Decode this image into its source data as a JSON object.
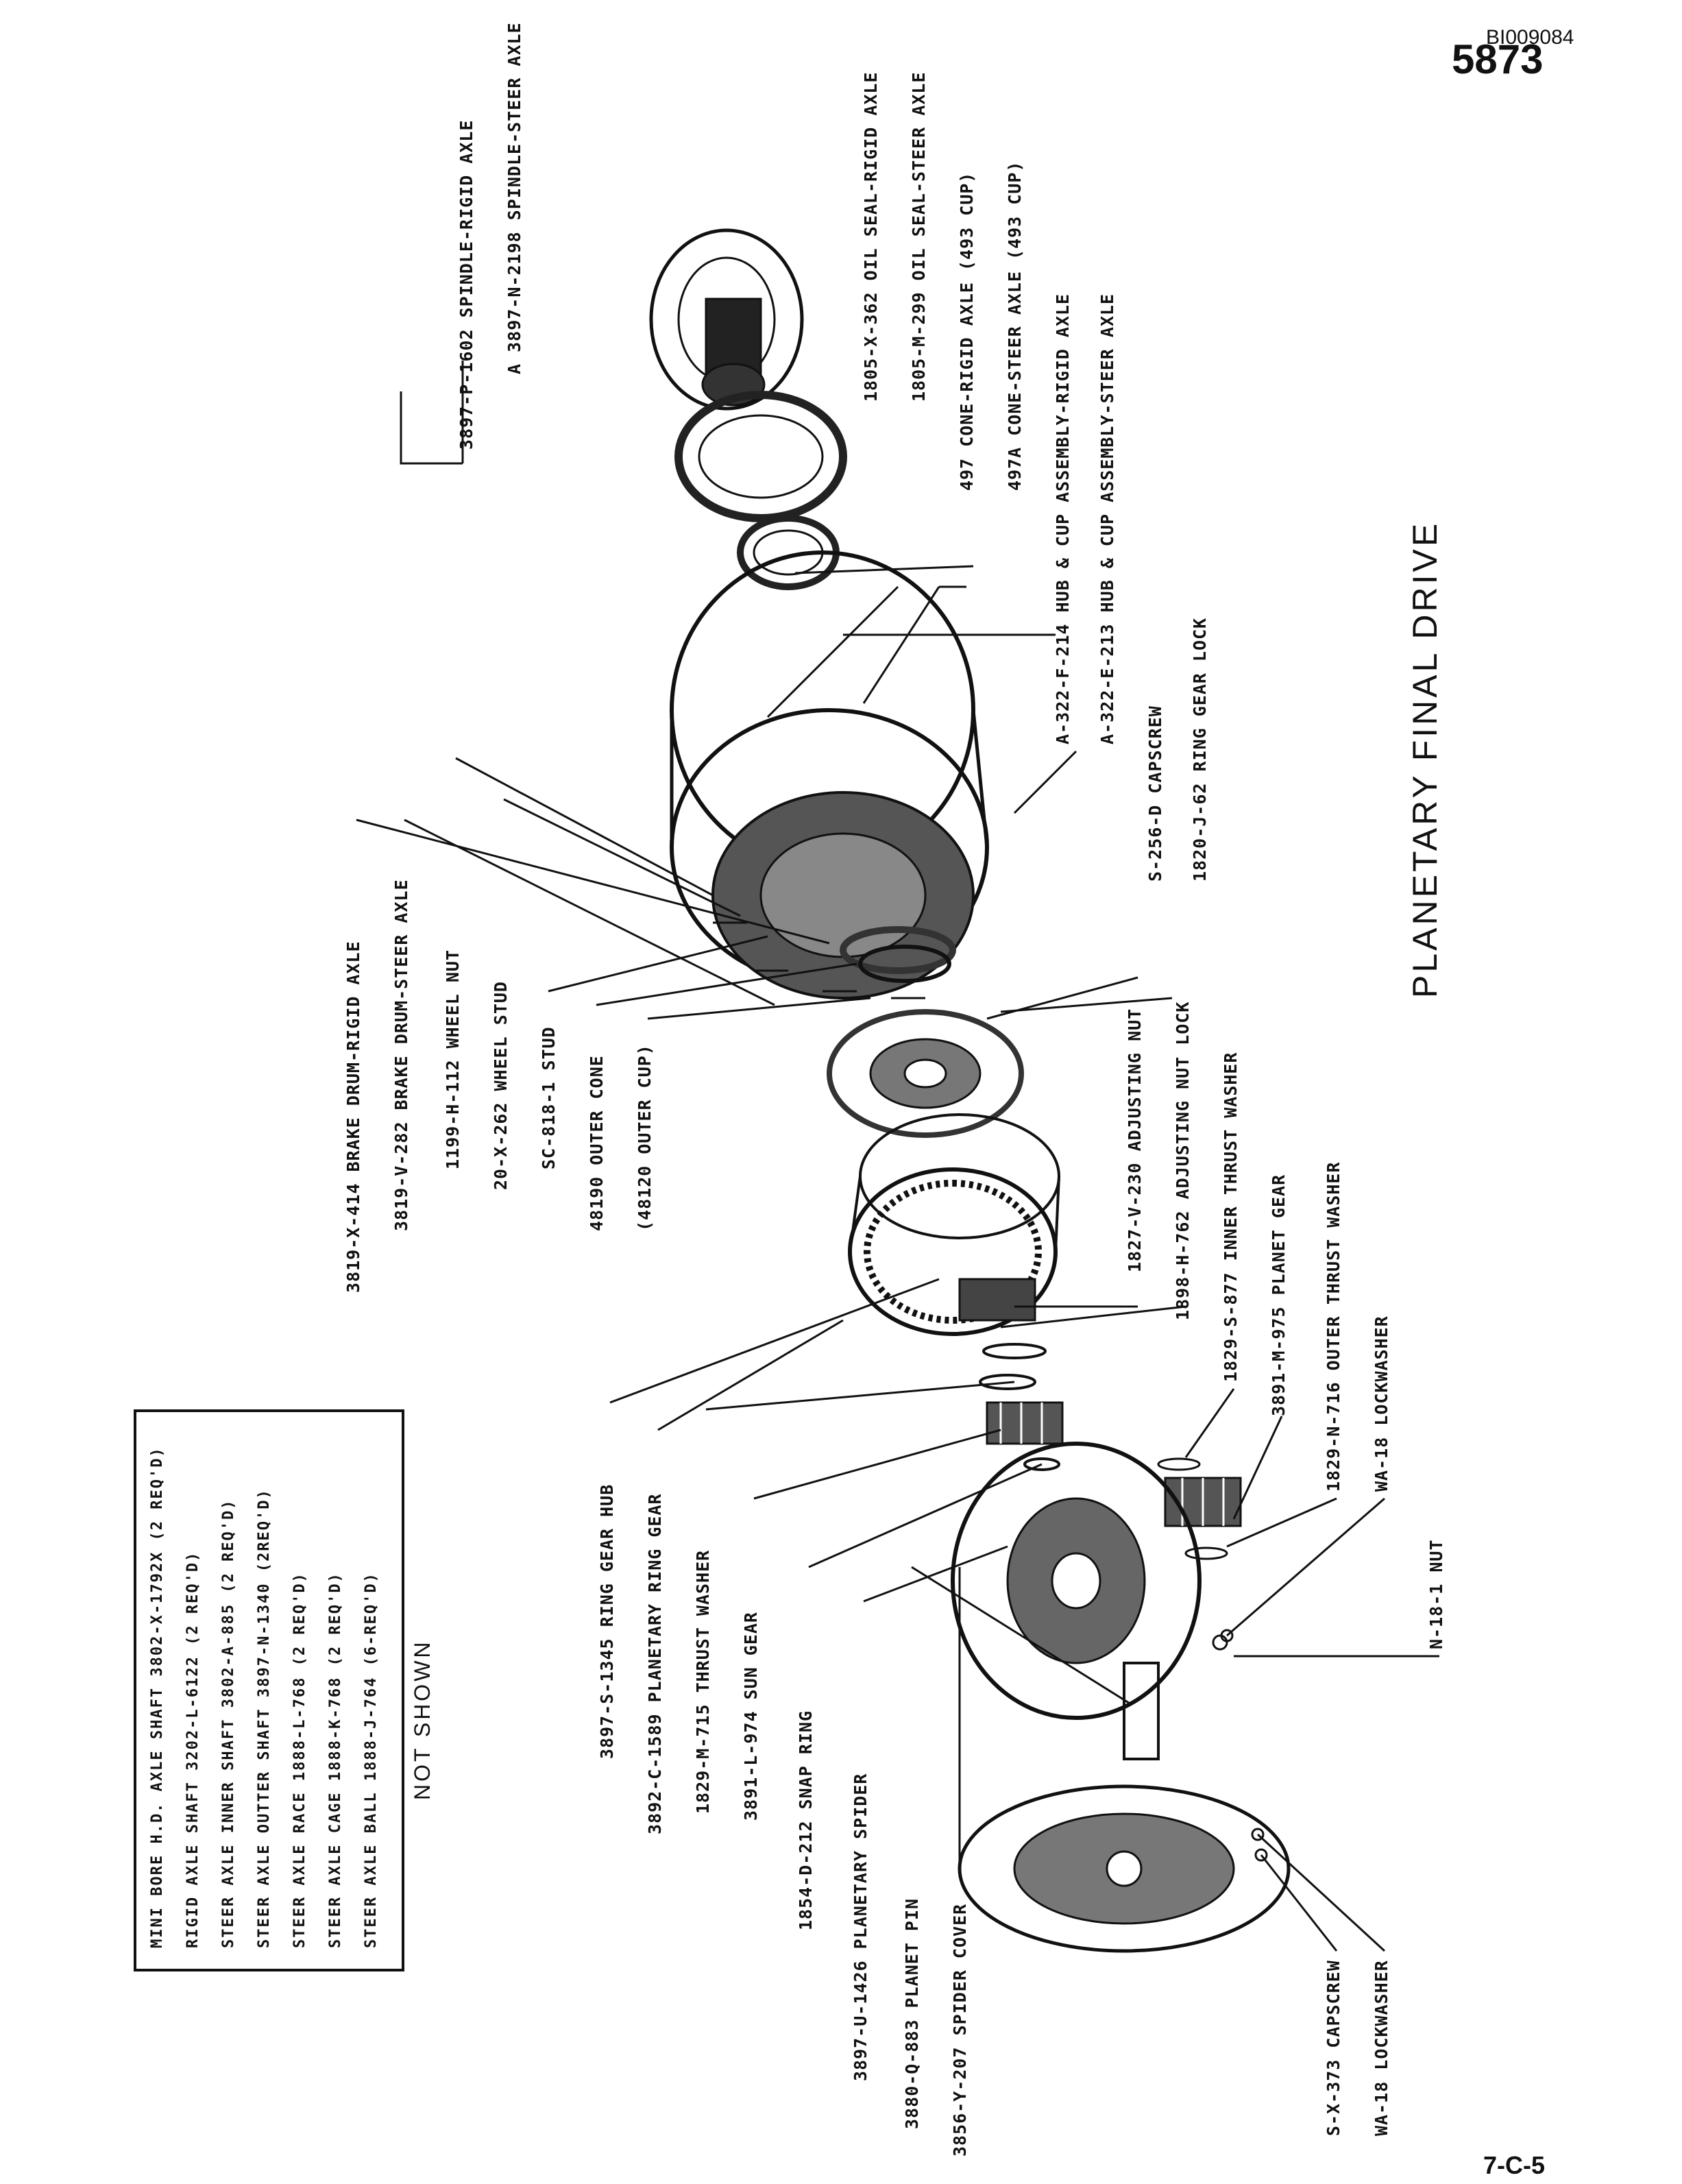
{
  "header": {
    "doc_id": "BI009084",
    "page_number": "5873"
  },
  "footer": {
    "page_code": "7-C-5"
  },
  "title": "PLANETARY FINAL DRIVE",
  "not_shown": {
    "title": "NOT SHOWN",
    "items": [
      "MINI BORE H.D. AXLE SHAFT  3802-X-1792X  (2 REQ'D)",
      "RIGID AXLE SHAFT  3202-L-6122  (2 REQ'D)",
      "STEER AXLE INNER SHAFT 3802-A-885  (2 REQ'D)",
      "STEER AXLE OUTTER SHAFT  3897-N-1340 (2REQ'D)",
      "STEER AXLE RACE 1888-L-768  (2 REQ'D)",
      "STEER AXLE CAGE 1888-K-768  (2 REQ'D)",
      "STEER AXLE BALL 1888-J-764  (6-REQ'D)"
    ]
  },
  "labels": {
    "spindle_rigid": "3897-P-1602   SPINDLE-RIGID AXLE",
    "spindle_steer": "A 3897-N-2198  SPINDLE-STEER AXLE",
    "oil_seal_rigid": "1805-X-362  OIL SEAL-RIGID AXLE",
    "oil_seal_steer": "1805-M-299  OIL SEAL-STEER AXLE",
    "cone_rigid": "497  CONE-RIGID AXLE (493 CUP)",
    "cone_steer": "497A  CONE-STEER AXLE (493 CUP)",
    "hub_rigid": "A-322-F-214 HUB & CUP ASSEMBLY-RIGID AXLE",
    "hub_steer": "A-322-E-213  HUB & CUP  ASSEMBLY-STEER AXLE",
    "capscrew_s256": "S-256-D  CAPSCREW",
    "ring_gear_lock": "1820-J-62  RING GEAR LOCK",
    "brake_drum_rigid": "3819-X-414 BRAKE DRUM-RIGID AXLE",
    "brake_drum_steer": "3819-V-282  BRAKE DRUM-STEER AXLE",
    "wheel_nut": "1199-H-112  WHEEL  NUT",
    "wheel_stud": "20-X-262  WHEEL  STUD",
    "stud": "SC-818-1  STUD",
    "outer_cone": "48190  OUTER  CONE",
    "outer_cup": "(48120  OUTER  CUP)",
    "adjusting_nut": "1827-V-230  ADJUSTING  NUT",
    "adjusting_nut_lock": "1898-H-762  ADJUSTING NUT LOCK",
    "inner_thrust_washer": "1829-S-877  INNER  THRUST  WASHER",
    "planet_gear": "3891-M-975  PLANET  GEAR",
    "outer_thrust_washer": "1829-N-716  OUTER  THRUST  WASHER",
    "lockwasher_wa18_a": "WA-18  LOCKWASHER",
    "nut_n18": "N-18-1  NUT",
    "ring_gear_hub": "3897-S-1345 RING GEAR HUB",
    "planetary_ring_gear": "3892-C-1589  PLANETARY  RING  GEAR",
    "thrust_washer": "1829-M-715  THRUST  WASHER",
    "sun_gear": "3891-L-974  SUN  GEAR",
    "snap_ring": "1854-D-212  SNAP  RING",
    "planetary_spider": "3897-U-1426  PLANETARY  SPIDER",
    "planet_pin": "3880-Q-883 PLANET  PIN",
    "spider_cover": "3856-Y-207  SPIDER  COVER",
    "capscrew_s373": "S-X-373  CAPSCREW",
    "lockwasher_wa18_b": "WA-18  LOCKWASHER"
  }
}
